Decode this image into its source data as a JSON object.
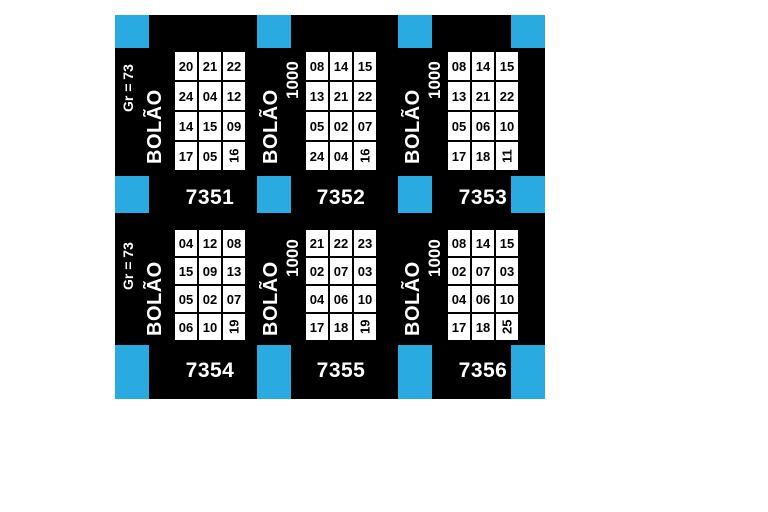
{
  "sheet": {
    "colors": {
      "accent": "#29abe2",
      "board": "#000000",
      "cell": "#ffffff",
      "page": "#ffffff"
    },
    "cards": [
      {
        "number": "7351",
        "group": "Gr = 73",
        "brand": "BOLÃO",
        "cells": [
          [
            "20",
            "21",
            "22"
          ],
          [
            "24",
            "04",
            "12"
          ],
          [
            "14",
            "15",
            "09"
          ],
          [
            "17",
            "05",
            "16"
          ]
        ]
      },
      {
        "number": "7352",
        "brand": "BOLÃO",
        "series": "1000",
        "cells": [
          [
            "08",
            "14",
            "15"
          ],
          [
            "13",
            "21",
            "22"
          ],
          [
            "05",
            "02",
            "07"
          ],
          [
            "24",
            "04",
            "16"
          ]
        ]
      },
      {
        "number": "7353",
        "brand": "BOLÃO",
        "series": "1000",
        "cells": [
          [
            "08",
            "14",
            "15"
          ],
          [
            "13",
            "21",
            "22"
          ],
          [
            "05",
            "06",
            "10"
          ],
          [
            "17",
            "18",
            "11"
          ]
        ]
      },
      {
        "number": "7354",
        "group": "Gr = 73",
        "brand": "BOLÃO",
        "cells": [
          [
            "04",
            "12",
            "08"
          ],
          [
            "15",
            "09",
            "13"
          ],
          [
            "05",
            "02",
            "07"
          ],
          [
            "06",
            "10",
            "19"
          ]
        ]
      },
      {
        "number": "7355",
        "brand": "BOLÃO",
        "series": "1000",
        "cells": [
          [
            "21",
            "22",
            "23"
          ],
          [
            "02",
            "07",
            "03"
          ],
          [
            "04",
            "06",
            "10"
          ],
          [
            "17",
            "18",
            "19"
          ]
        ]
      },
      {
        "number": "7356",
        "brand": "BOLÃO",
        "series": "1000",
        "cells": [
          [
            "08",
            "14",
            "15"
          ],
          [
            "02",
            "07",
            "03"
          ],
          [
            "04",
            "06",
            "10"
          ],
          [
            "17",
            "18",
            "25"
          ]
        ]
      }
    ]
  }
}
